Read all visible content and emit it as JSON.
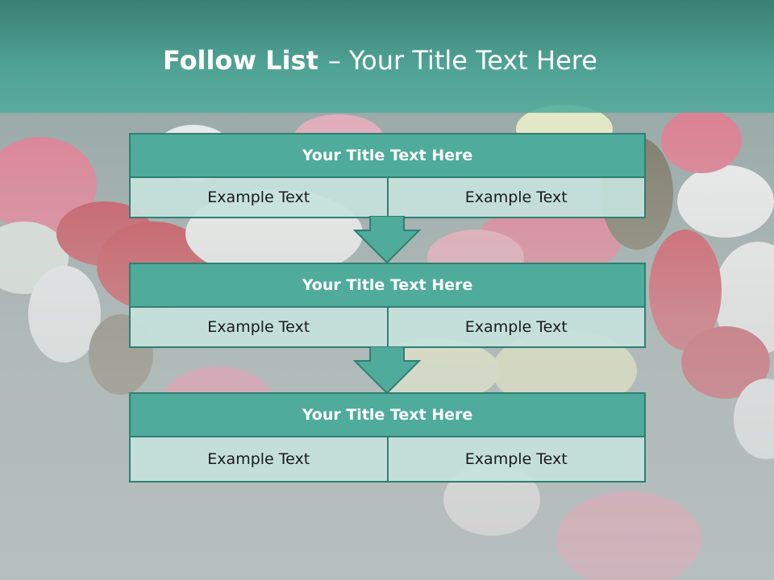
{
  "slide": {
    "title_bold": "Follow List",
    "title_sep": "–",
    "title_rest": "Your Title Text Here"
  },
  "steps": [
    {
      "title": "Your Title Text Here",
      "left": "Example Text",
      "right": "Example Text"
    },
    {
      "title": "Your Title Text Here",
      "left": "Example Text",
      "right": "Example Text"
    },
    {
      "title": "Your Title Text Here",
      "left": "Example Text",
      "right": "Example Text"
    }
  ],
  "colors": {
    "header": "#4fa395",
    "block_head": "#4fab9c",
    "block_border": "#2f7f72",
    "cell_bg": "#c6e2dc",
    "arrow": "#4fab9c"
  }
}
